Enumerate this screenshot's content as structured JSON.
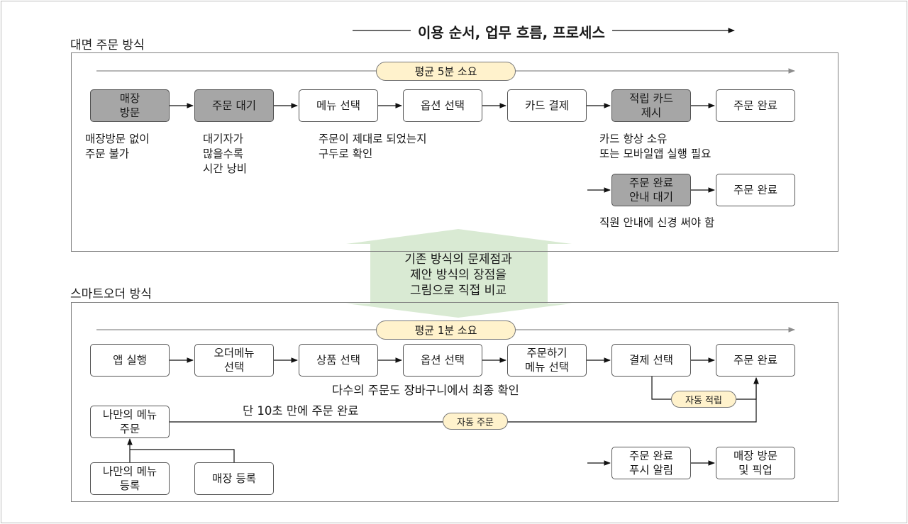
{
  "header": {
    "title": "이용 순서, 업무 흐름, 프로세스"
  },
  "face_to_face": {
    "title": "대면 주문 방식",
    "time_badge": "평균 5분 소요",
    "steps": [
      "매장\n방문",
      "주문 대기",
      "메뉴 선택",
      "옵션 선택",
      "카드 결제",
      "적립 카드\n제시",
      "주문 완료"
    ],
    "notes": [
      "매장방문 없이\n주문 불가",
      "대기자가\n많을수록\n시간 낭비",
      "주문이 제대로 되었는지\n구두로 확인",
      "카드 항상 소유\n또는 모바일앱 실행 필요"
    ],
    "sub_steps": [
      "주문 완료\n안내 대기",
      "주문 완료"
    ],
    "sub_note": "직원 안내에 신경 써야 함"
  },
  "callout": {
    "text": "기존 방식의 문제점과\n제안 방식의 장점을\n그림으로 직접 비교"
  },
  "smart_order": {
    "title": "스마트오더 방식",
    "time_badge": "평균 1분 소요",
    "steps": [
      "앱 실행",
      "오더메뉴\n선택",
      "상품 선택",
      "옵션 선택",
      "주문하기\n메뉴 선택",
      "결제 선택",
      "주문 완료"
    ],
    "cart_note": "다수의 주문도 장바구니에서 최종 확인",
    "auto_points": "자동 적립",
    "my_menu_order": "나만의 메뉴\n주문",
    "quick_note": "단 10초 만에 주문 완료",
    "auto_order": "자동 주문",
    "my_menu_register": "나만의 메뉴\n등록",
    "store_register": "매장 등록",
    "push_steps": [
      "주문 완료\n푸시 알림",
      "매장 방문\n및 픽업"
    ]
  },
  "colors": {
    "gray_box": "#a6a6a6",
    "badge": "#fff2cc",
    "callout_arrow": "#d9ead3",
    "panel_border": "#7f7f7f"
  }
}
